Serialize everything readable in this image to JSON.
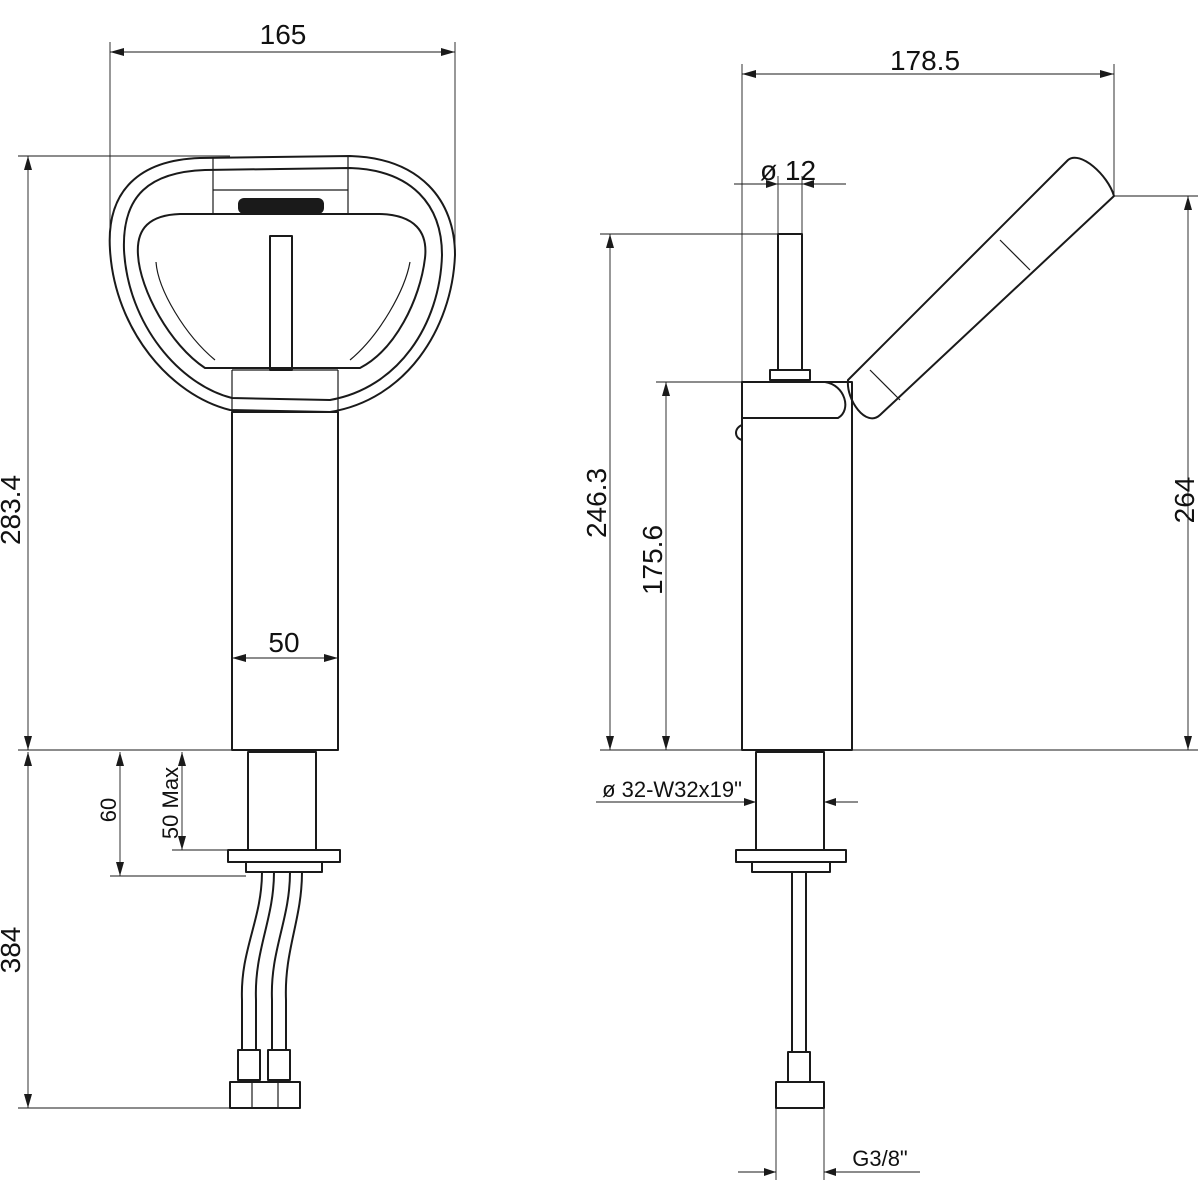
{
  "front_view": {
    "width_total": "165",
    "height_total": "283.4",
    "body_width": "50",
    "below_deck": "60",
    "deck_max": "50 Max",
    "hose_length": "384"
  },
  "side_view": {
    "depth_total": "178.5",
    "lever_diameter": "ø 12",
    "lever_top_height": "246.3",
    "body_height": "175.6",
    "handle_height": "264",
    "shank_thread": "ø 32-W32x19\"",
    "hose_thread": "G3/8\""
  }
}
